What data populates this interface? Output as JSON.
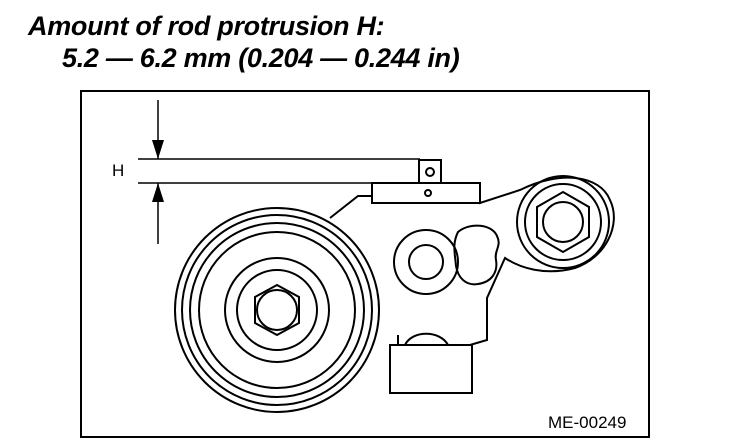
{
  "spec": {
    "title": "Amount of rod protrusion H:",
    "value": "5.2 — 6.2 mm (0.204 — 0.244 in)"
  },
  "figure": {
    "dimension_label": "H",
    "figure_id": "ME-00249"
  }
}
